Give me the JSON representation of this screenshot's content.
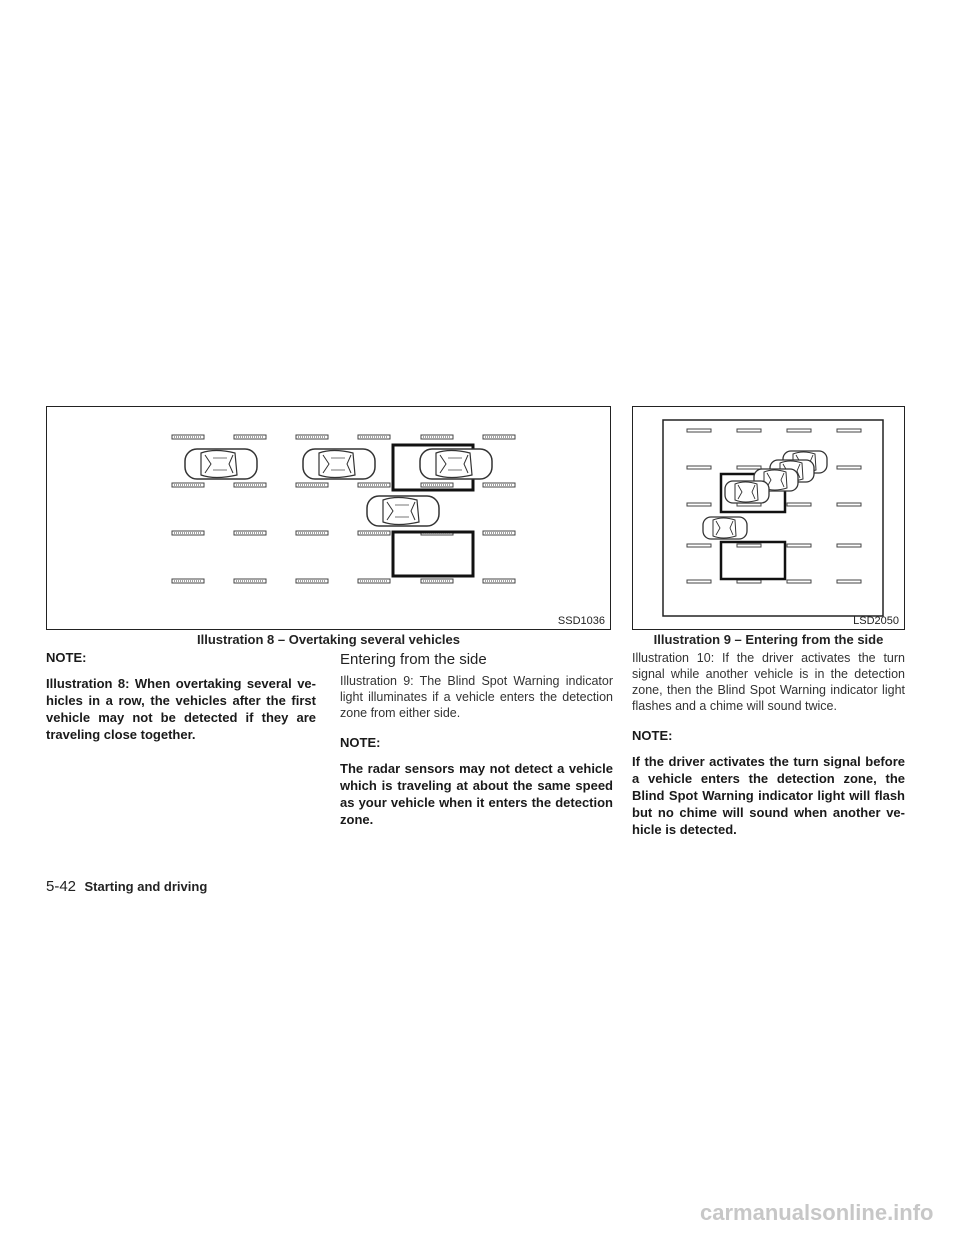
{
  "illustration_8": {
    "code": "SSD1036",
    "caption": "Illustration 8 – Overtaking several vehicles"
  },
  "illustration_9": {
    "code": "LSD2050",
    "caption": "Illustration 9 – Entering from the side"
  },
  "column_1": {
    "note_heading": "NOTE:",
    "note_text": "Illustration 8: When overtaking several ve-hicles in a row, the vehicles after the first vehicle may not be detected if they are traveling close together."
  },
  "column_2": {
    "section_heading": "Entering from the side",
    "paragraph": "Illustration 9: The Blind Spot Warning indicator light illuminates if a vehicle enters the detection zone from either side.",
    "note_heading": "NOTE:",
    "note_text": "The radar sensors may not detect a vehicle which is traveling at about the same speed as your vehicle when it enters the detection zone."
  },
  "column_3": {
    "paragraph": "Illustration 10: If the driver activates the turn signal while another vehicle is in the detection zone, then the Blind Spot Warning indicator light flashes and a chime will sound twice.",
    "note_heading": "NOTE:",
    "note_text": "If the driver activates the turn signal before a vehicle enters the detection zone, the Blind Spot Warning indicator light will flash but no chime will sound when another ve-hicle is detected."
  },
  "footer": {
    "page_number": "5-42",
    "section_title": "Starting and driving"
  },
  "watermark": "carmanualsonline.info"
}
